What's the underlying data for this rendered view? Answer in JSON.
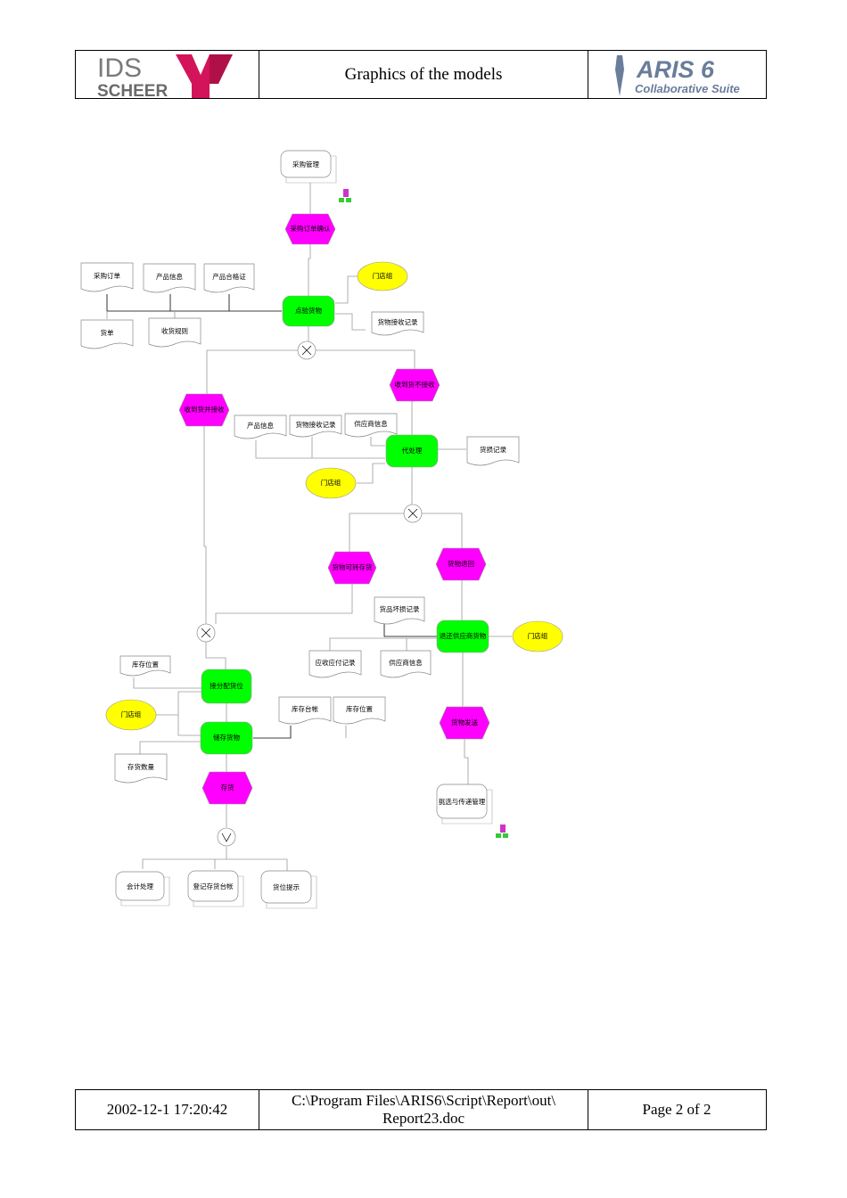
{
  "header": {
    "logo_left_top": "IDS",
    "logo_left_bottom": "SCHEER",
    "title": "Graphics of the models",
    "logo_right_top": "ARIS 6",
    "logo_right_bottom": "Collaborative Suite"
  },
  "footer": {
    "date": "2002-12-1 17:20:42",
    "path_line1": "C:\\Program Files\\ARIS6\\Script\\Report\\out\\",
    "path_line2": "Report23.doc",
    "page": "Page 2  of 2"
  },
  "colors": {
    "event": "#ff00ff",
    "function": "#00ff00",
    "org_unit": "#ffff00",
    "connector": "#000000"
  },
  "nodes": {
    "n1": "采购管理",
    "n2": "采购订单确认",
    "n3": "采购订单",
    "n4": "产品信息",
    "n5": "产品合格证",
    "n6": "门店组",
    "n7": "点验货物",
    "n8": "货单",
    "n9": "收货规则",
    "n10": "货物接收记录",
    "n11": "收到货不接收",
    "n12": "收到货并接收",
    "n13": "产品信息",
    "n14": "货物接收记录",
    "n15": "供应商信息",
    "n16": "代处理",
    "n17": "货损记录",
    "n18": "门店组",
    "n19": "货物可转存货",
    "n20": "货物退回",
    "n21": "货品坏损记录",
    "n22": "退还供应商货物",
    "n23": "门店组",
    "n24": "应收应付记录",
    "n25": "供应商信息",
    "n26": "库存位置",
    "n27": "接分配货位",
    "n28": "门店组",
    "n29": "储存货物",
    "n30": "库存台帐",
    "n31": "库存位置",
    "n32": "货物发送",
    "n33": "存货数量",
    "n34": "存货",
    "n35": "挑选与传递管理",
    "n36": "会计处理",
    "n37": "登记存货台帐",
    "n38": "货位提示"
  }
}
